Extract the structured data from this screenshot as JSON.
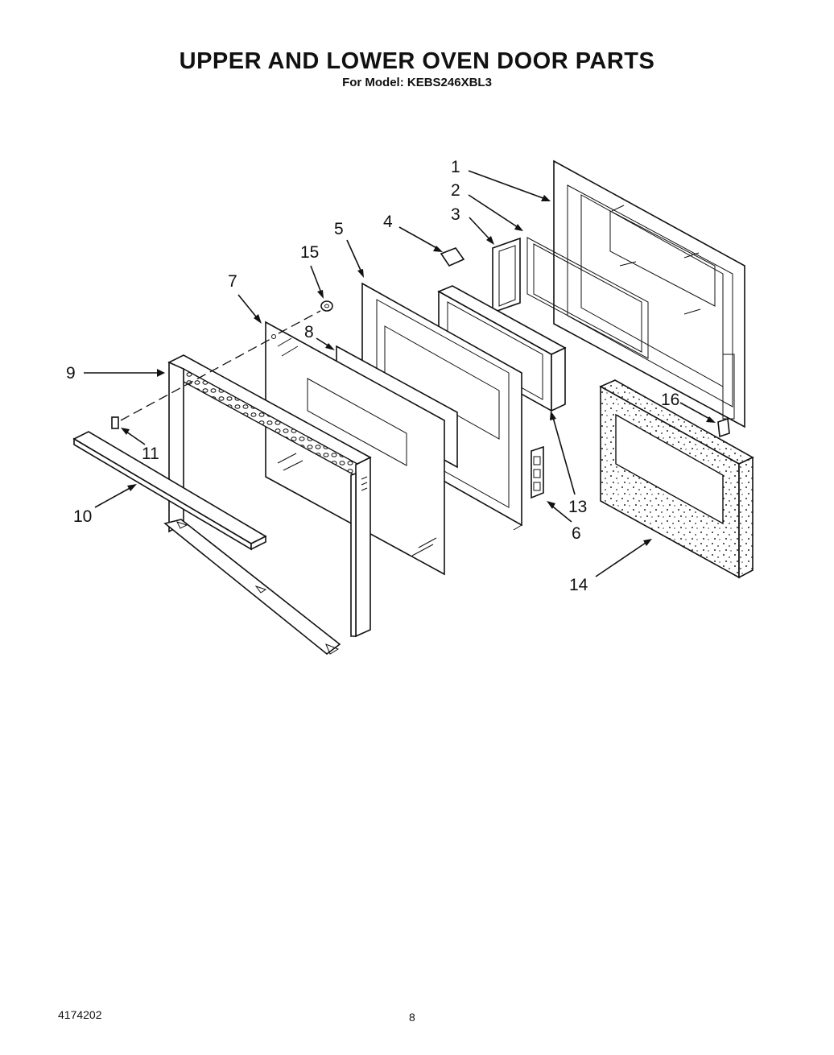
{
  "header": {
    "title": "UPPER AND LOWER OVEN DOOR PARTS",
    "subtitle": "For Model: KEBS246XBL3"
  },
  "footer": {
    "doc_number": "4174202",
    "page_number": "8"
  },
  "callouts": {
    "c1": "1",
    "c2": "2",
    "c3": "3",
    "c4": "4",
    "c5": "5",
    "c6": "6",
    "c7": "7",
    "c8": "8",
    "c9": "9",
    "c10": "10",
    "c11": "11",
    "c13": "13",
    "c14": "14",
    "c15": "15",
    "c16": "16"
  }
}
